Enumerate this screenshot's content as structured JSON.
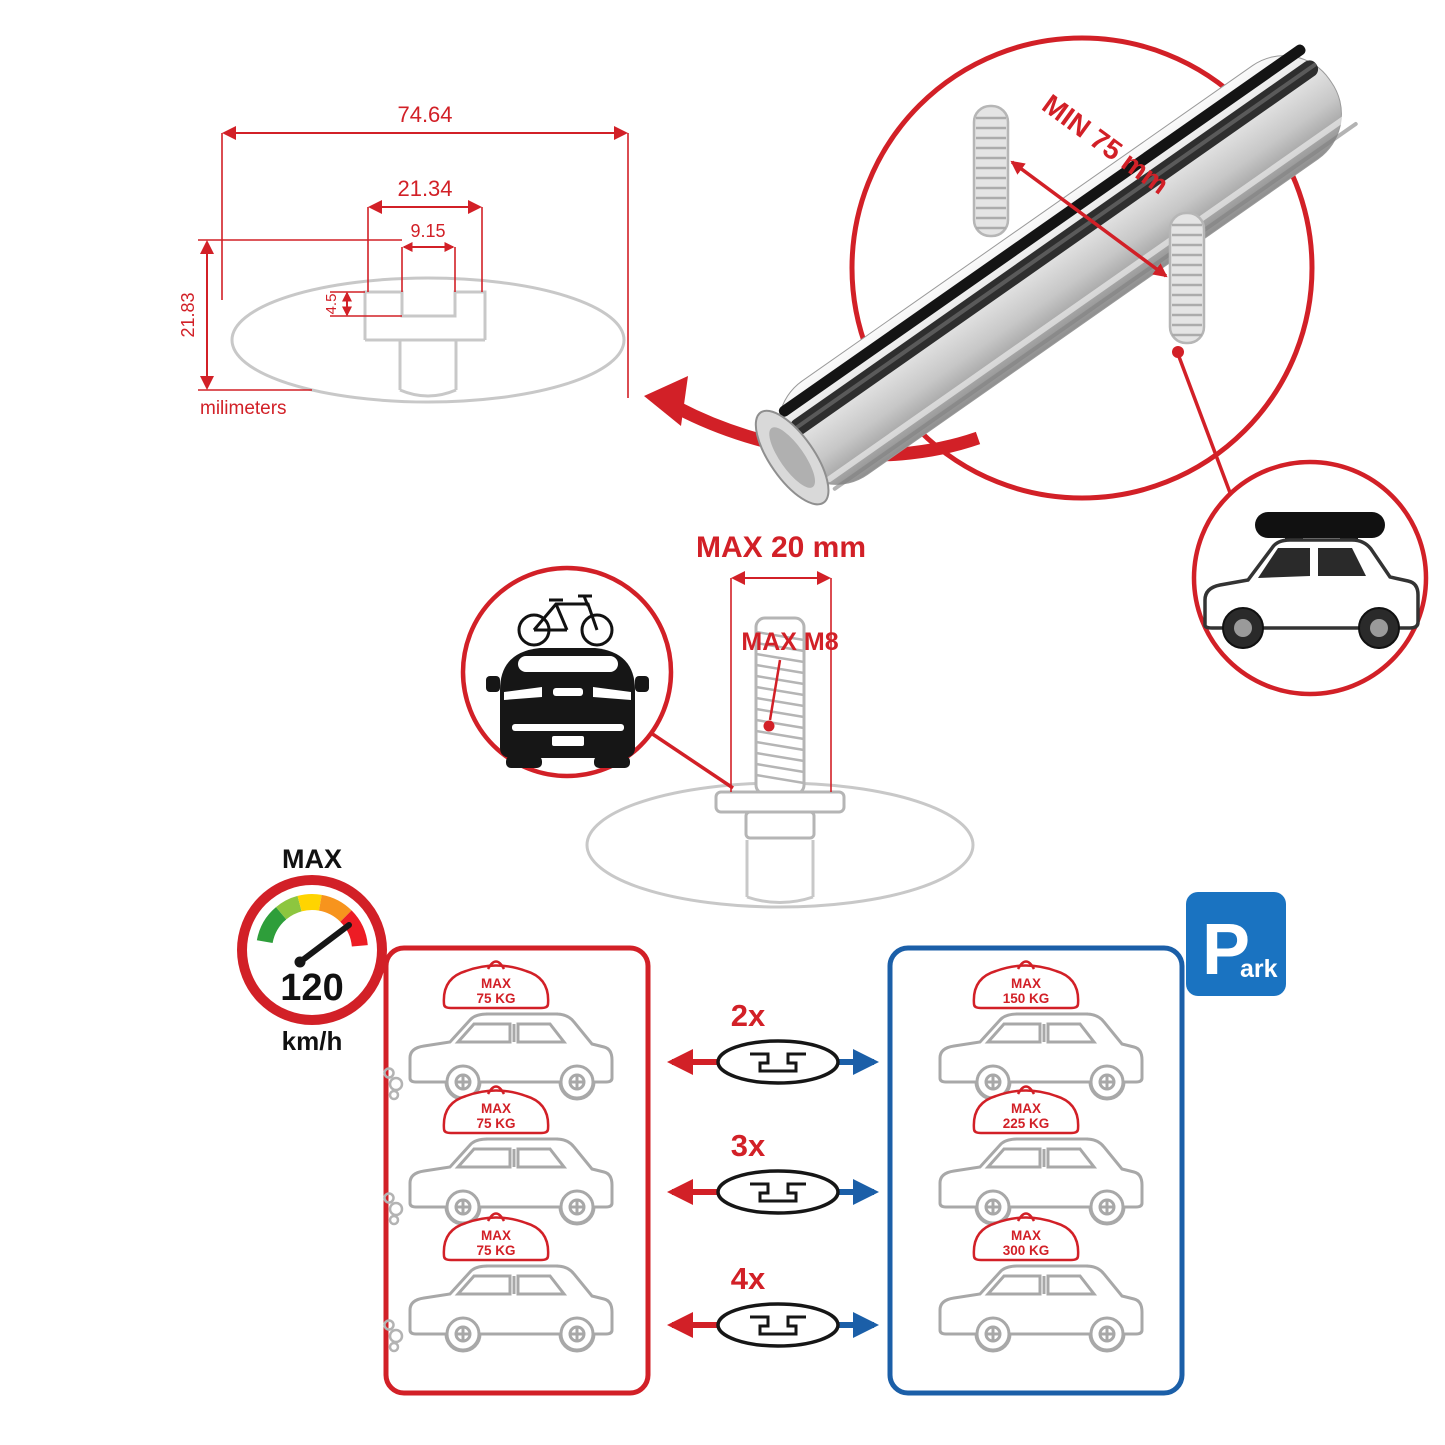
{
  "cross_section": {
    "total_width": "74.64",
    "slot_outer_width": "21.34",
    "slot_inner_width": "9.15",
    "slot_depth": "4.5",
    "total_height": "21.83",
    "unit_label": "milimeters"
  },
  "bar_detail": {
    "min_span_label": "MIN 75 mm"
  },
  "bolt_detail": {
    "max_length_label": "MAX 20 mm",
    "max_thread_label": "MAX M8"
  },
  "speed_gauge": {
    "title": "MAX",
    "value": "120",
    "unit": "km/h"
  },
  "capacity": {
    "rows": [
      {
        "count": "2x",
        "left_max": "MAX",
        "left_weight": "75 KG",
        "right_max": "MAX",
        "right_weight": "150 KG"
      },
      {
        "count": "3x",
        "left_max": "MAX",
        "left_weight": "75 KG",
        "right_max": "MAX",
        "right_weight": "225 KG"
      },
      {
        "count": "4x",
        "left_max": "MAX",
        "left_weight": "75 KG",
        "right_max": "MAX",
        "right_weight": "300 KG"
      }
    ]
  },
  "park_sign": {
    "letter": "P",
    "suffix": "ark"
  },
  "colors": {
    "accent_red": "#d22027",
    "accent_blue": "#1b5fa8",
    "sign_blue": "#1a73c1",
    "line_gray": "#c8c8c8",
    "gauge_green": "#2e9e3a",
    "gauge_lime": "#8dc63f",
    "gauge_yellow": "#ffd400",
    "gauge_orange": "#f7941d",
    "gauge_red": "#ed1c24"
  }
}
